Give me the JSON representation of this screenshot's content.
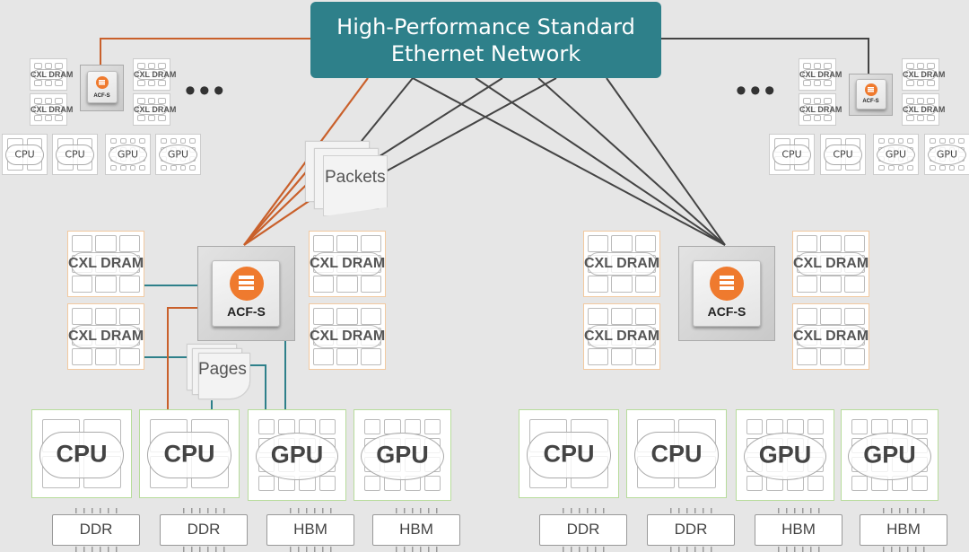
{
  "network": {
    "title_line1": "High-Performance Standard",
    "title_line2": "Ethernet Network",
    "color": "#2e808a"
  },
  "colors": {
    "acf_link": "#c9602b",
    "network_link": "#444444",
    "memory_link": "#2e808a",
    "acf_logo": "#ef7a2e"
  },
  "labels": {
    "cxl": "CXL DRAM",
    "acf": "ACF-S",
    "cpu": "CPU",
    "gpu": "GPU",
    "ddr": "DDR",
    "hbm": "HBM",
    "ellipsis": "•••"
  },
  "packets_label": "Packets",
  "pages_label": "Pages",
  "nodes": {
    "left_small": {
      "switch": "ACF-S",
      "memory": [
        "CXL DRAM",
        "CXL DRAM",
        "CXL DRAM",
        "CXL DRAM"
      ],
      "processors": [
        "CPU",
        "CPU",
        "GPU",
        "GPU"
      ]
    },
    "right_small": {
      "switch": "ACF-S",
      "memory": [
        "CXL DRAM",
        "CXL DRAM",
        "CXL DRAM",
        "CXL DRAM"
      ],
      "processors": [
        "CPU",
        "CPU",
        "GPU",
        "GPU"
      ]
    },
    "left_big": {
      "switch": "ACF-S",
      "memory": [
        "CXL DRAM",
        "CXL DRAM",
        "CXL DRAM",
        "CXL DRAM"
      ],
      "processors": [
        "CPU",
        "CPU",
        "GPU",
        "GPU"
      ],
      "local_memory": [
        "DDR",
        "DDR",
        "HBM",
        "HBM"
      ]
    },
    "right_big": {
      "switch": "ACF-S",
      "memory": [
        "CXL DRAM",
        "CXL DRAM",
        "CXL DRAM",
        "CXL DRAM"
      ],
      "processors": [
        "CPU",
        "CPU",
        "GPU",
        "GPU"
      ],
      "local_memory": [
        "DDR",
        "DDR",
        "HBM",
        "HBM"
      ]
    }
  }
}
